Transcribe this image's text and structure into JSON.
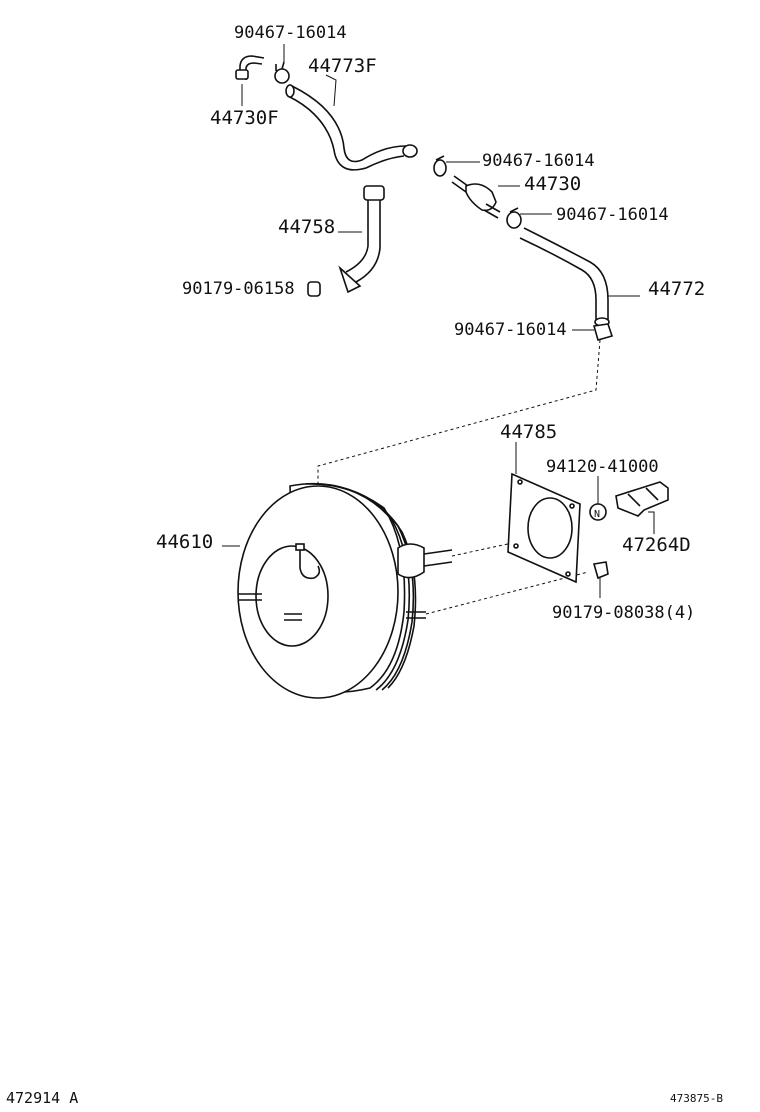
{
  "labels": {
    "clip_top": "90467-16014",
    "hose_44773f": "44773F",
    "hose_44730f": "44730F",
    "clip_upper_right": "90467-16014",
    "valve_44730": "44730",
    "clip_mid_right": "90467-16014",
    "tube_44758": "44758",
    "grommet_90179_06158": "90179-06158",
    "hose_44772": "44772",
    "clip_lower": "90467-16014",
    "gasket_44785": "44785",
    "nut_94120": "94120-41000",
    "booster_44610": "44610",
    "bracket_47264d": "47264D",
    "nut_90179_08038": "90179-08038(4)"
  },
  "footer": {
    "left_code": "472914 A",
    "right_code": "473875-B"
  },
  "icons": {
    "nut_symbol": "N"
  }
}
